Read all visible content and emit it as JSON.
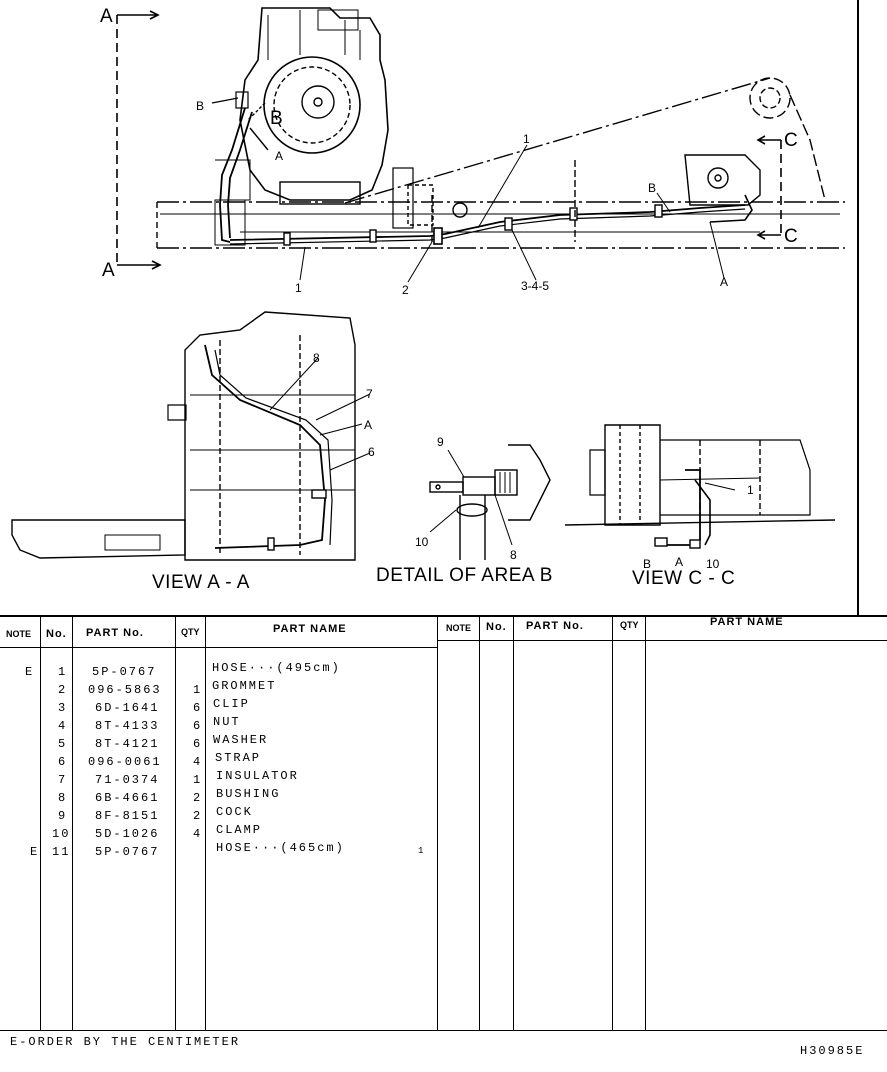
{
  "labels": {
    "a_top": "A",
    "a_bottom": "A",
    "b_small": "B",
    "b_big": "B",
    "a_small": "A",
    "c_top": "C",
    "c_bottom": "C",
    "b_right": "B",
    "a_right": "A",
    "one_top": "1",
    "one_bottom": "1",
    "two": "2",
    "three_four_five": "3-4-5",
    "eight": "8",
    "seven": "7",
    "a_view": "A",
    "six": "6",
    "nine": "9",
    "ten_detail": "10",
    "eight_detail": "8",
    "one_view_c": "1",
    "b_view_c": "B",
    "a_view_c": "A",
    "ten_view_c": "10"
  },
  "captions": {
    "view_aa": "VIEW A - A",
    "detail_b": "DETAIL OF AREA B",
    "view_cc": "VIEW C - C"
  },
  "table": {
    "headers": {
      "note": "NOTE",
      "no": "No.",
      "part_no": "PART No.",
      "qty": "QTY",
      "part_name": "PART NAME"
    },
    "rows": [
      {
        "note": "E",
        "no": "1",
        "part_no": "5P-0767",
        "qty": "",
        "name": "HOSE···(495cm)"
      },
      {
        "note": "",
        "no": "2",
        "part_no": "096-5863",
        "qty": "1",
        "name": "GROMMET"
      },
      {
        "note": "",
        "no": "3",
        "part_no": "6D-1641",
        "qty": "6",
        "name": "CLIP"
      },
      {
        "note": "",
        "no": "4",
        "part_no": "8T-4133",
        "qty": "6",
        "name": "NUT"
      },
      {
        "note": "",
        "no": "5",
        "part_no": "8T-4121",
        "qty": "6",
        "name": "WASHER"
      },
      {
        "note": "",
        "no": "6",
        "part_no": "096-0061",
        "qty": "4",
        "name": "STRAP"
      },
      {
        "note": "",
        "no": "7",
        "part_no": "71-0374",
        "qty": "1",
        "name": "INSULATOR"
      },
      {
        "note": "",
        "no": "8",
        "part_no": "6B-4661",
        "qty": "2",
        "name": "BUSHING"
      },
      {
        "note": "",
        "no": "9",
        "part_no": "8F-8151",
        "qty": "2",
        "name": "COCK"
      },
      {
        "note": "",
        "no": "10",
        "part_no": "5D-1026",
        "qty": "4",
        "name": "CLAMP"
      },
      {
        "note": "E",
        "no": "11",
        "part_no": "5P-0767",
        "qty": "",
        "name": "HOSE···(465cm)"
      }
    ],
    "stray_mark": "1"
  },
  "footer": {
    "note": "E-ORDER BY THE CENTIMETER",
    "drawing_number": "H30985E"
  }
}
